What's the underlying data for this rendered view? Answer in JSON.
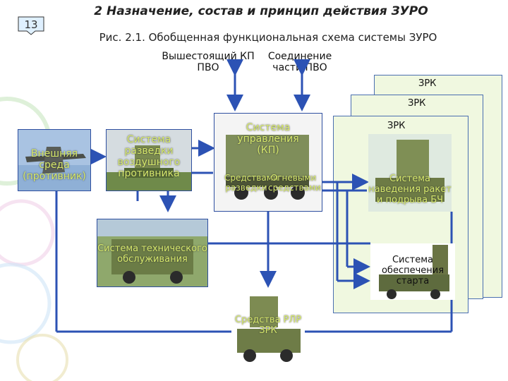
{
  "slide": {
    "page_number": "13",
    "title": "2 Назначение, состав и принцип действия ЗУРО",
    "subtitle": "Рис. 2.1. Обобщенная функциональная схема системы ЗУРО"
  },
  "diagram": {
    "top_labels": {
      "higher_cp": "Вышестоящий КП ПВО",
      "connection": "Соединение части ПВО"
    },
    "zrk_panels": [
      "ЗРК",
      "ЗРК",
      "ЗРК"
    ],
    "nodes": {
      "environment": "Внешняя среда (противник)",
      "recon": "Система разведки воздушного противника",
      "control": "Система управления (КП)",
      "control_left": "Средствами разведки",
      "control_right": "Огневыми средствами",
      "maintenance": "Система технического обслуживания",
      "radar": "Средства РЛР ЗРК",
      "guidance": "Система наведения ракет и подрыва БЧ",
      "support": "Система обеспечения старта"
    }
  }
}
